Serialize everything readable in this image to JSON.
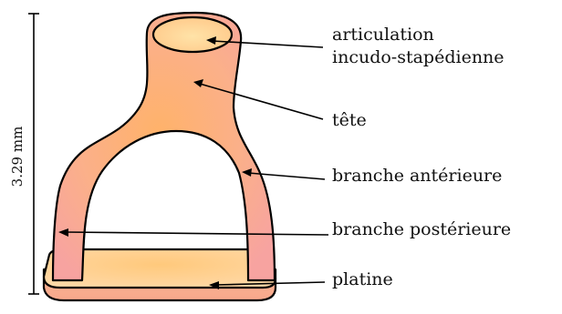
{
  "labels": {
    "articulation_line1": "articulation",
    "articulation_line2": "incudo-stapédienne",
    "tete": "tête",
    "branche_anterieure": "branche antérieure",
    "branche_posterieure": "branche postérieure",
    "platine": "platine"
  },
  "dimension": {
    "height_label": "3.29 mm"
  },
  "colors": {
    "bone_light": "#ffd59a",
    "bone_mid": "#ffb98a",
    "bone_edge": "#f59a82",
    "outline": "#000000"
  }
}
